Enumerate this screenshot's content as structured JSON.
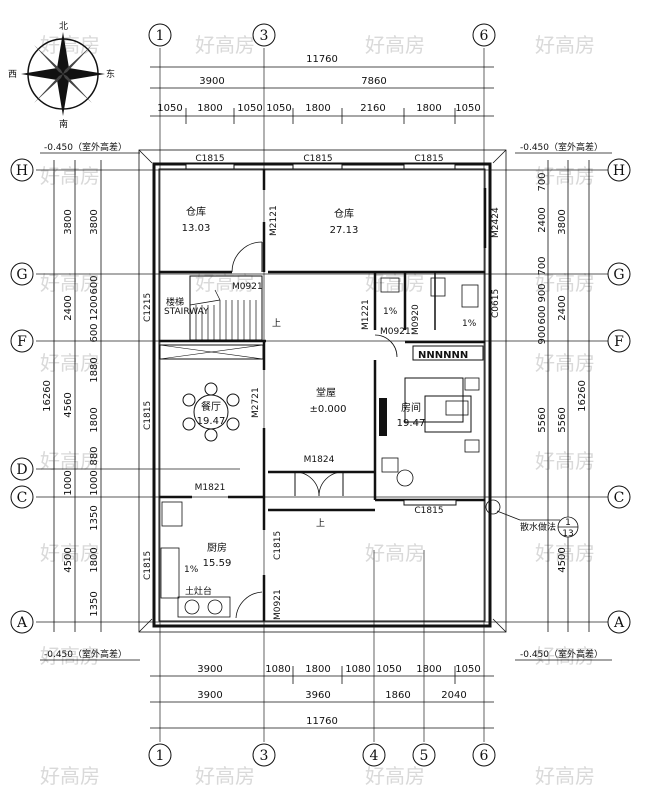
{
  "watermark": "好高房",
  "compass": {
    "north": "北",
    "south": "南",
    "east": "东",
    "west": "西"
  },
  "axes": {
    "top": [
      "1",
      "3",
      "6"
    ],
    "bottom": [
      "1",
      "3",
      "4",
      "5",
      "6"
    ],
    "left": [
      "H",
      "G",
      "F",
      "D",
      "C",
      "A"
    ],
    "right": [
      "H",
      "G",
      "F",
      "C",
      "A"
    ]
  },
  "dimensions": {
    "total_width": "11760",
    "top_row1": [
      "3900",
      "7860"
    ],
    "top_row2": [
      "1050",
      "1800",
      "1050",
      "1050",
      "1800",
      "2160",
      "1800",
      "1050"
    ],
    "bottom_row1": [
      "3900",
      "1080",
      "1800",
      "1080",
      "1050",
      "1800",
      "1050"
    ],
    "bottom_row2": [
      "3900",
      "3960",
      "1860",
      "2040"
    ],
    "left_total": "16260",
    "left_outer": [
      "3800",
      "2400",
      "4560",
      "1000",
      "4500"
    ],
    "left_inner": [
      "3800",
      "600",
      "1200",
      "600",
      "1880",
      "1800",
      "880",
      "1000",
      "1350",
      "1800",
      "1350"
    ],
    "right_total": "16260",
    "right_outer": [
      "3800",
      "2400",
      "5560",
      "4500"
    ],
    "right_inner": [
      "700",
      "2400",
      "700",
      "900",
      "600",
      "900",
      "5560"
    ]
  },
  "elevation_labels": [
    "-0.450（室外高差）",
    "-0.450（室外高差）",
    "-0.450（室外高差）",
    "-0.450（室外高差）"
  ],
  "rooms": {
    "storage1": {
      "name": "仓库",
      "area": "13.03"
    },
    "storage2": {
      "name": "仓库",
      "area": "27.13"
    },
    "hall": {
      "name": "堂屋",
      "level": "±0.000"
    },
    "dining": {
      "name": "餐厅",
      "area": "19.47"
    },
    "bedroom": {
      "name": "房间",
      "area": "19.47"
    },
    "kitchen": {
      "name": "厨房",
      "area": "15.59"
    },
    "stove": "土灶台",
    "stair_cn": "楼梯",
    "stair_en": "STAIRWAY",
    "up_label": "上"
  },
  "openings": {
    "C1815": "C1815",
    "C1215": "C1215",
    "C0615": "C0615",
    "M2121": "M2121",
    "M2424": "M2424",
    "M0921": "M0921",
    "M1221": "M1221",
    "M0920": "M0920",
    "M2721": "M2721",
    "M1824": "M1824",
    "M1821": "M1821"
  },
  "slope": "1%",
  "drain_note": "散水做法",
  "detail_ref": {
    "top": "1",
    "bottom": "13"
  }
}
